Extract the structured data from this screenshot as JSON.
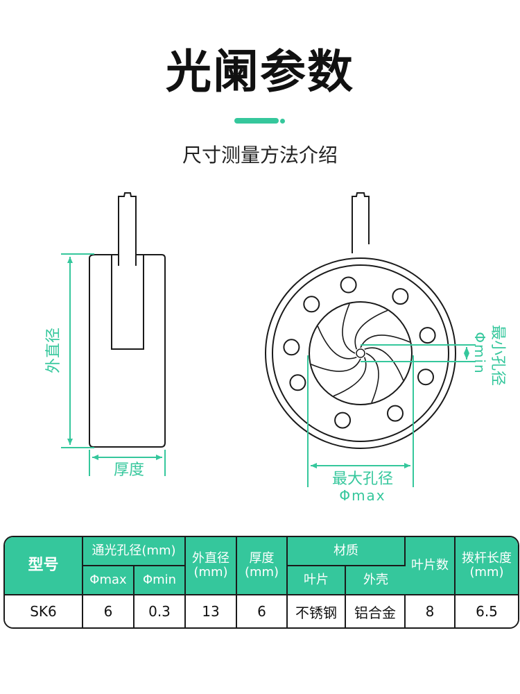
{
  "header": {
    "title": "光阑参数",
    "subtitle": "尺寸测量方法介绍"
  },
  "colors": {
    "accent": "#35c79c",
    "line": "#1a1a1a",
    "text": "#111111"
  },
  "diagram": {
    "side_view": {
      "height_label": "外直径",
      "width_label": "厚度"
    },
    "front_view": {
      "min_label": "最小孔径",
      "min_symbol": "Φmin",
      "max_label": "最大孔径",
      "max_symbol": "Φmax"
    }
  },
  "table": {
    "headers": {
      "model": "型号",
      "aperture": "通光孔径(mm)",
      "phi_max": "Φmax",
      "phi_min": "Φmin",
      "outer_diameter": "外直径",
      "outer_diameter_unit": "(mm)",
      "thickness": "厚度",
      "thickness_unit": "(mm)",
      "material": "材质",
      "blade": "叶片",
      "shell": "外壳",
      "blade_count": "叶片数",
      "lever_length": "拨杆长度",
      "lever_length_unit": "(mm)"
    },
    "row": {
      "model": "SK6",
      "phi_max": "6",
      "phi_min": "0.3",
      "outer_diameter": "13",
      "thickness": "6",
      "blade_material": "不锈钢",
      "shell_material": "铝合金",
      "blade_count": "8",
      "lever_length": "6.5"
    }
  }
}
